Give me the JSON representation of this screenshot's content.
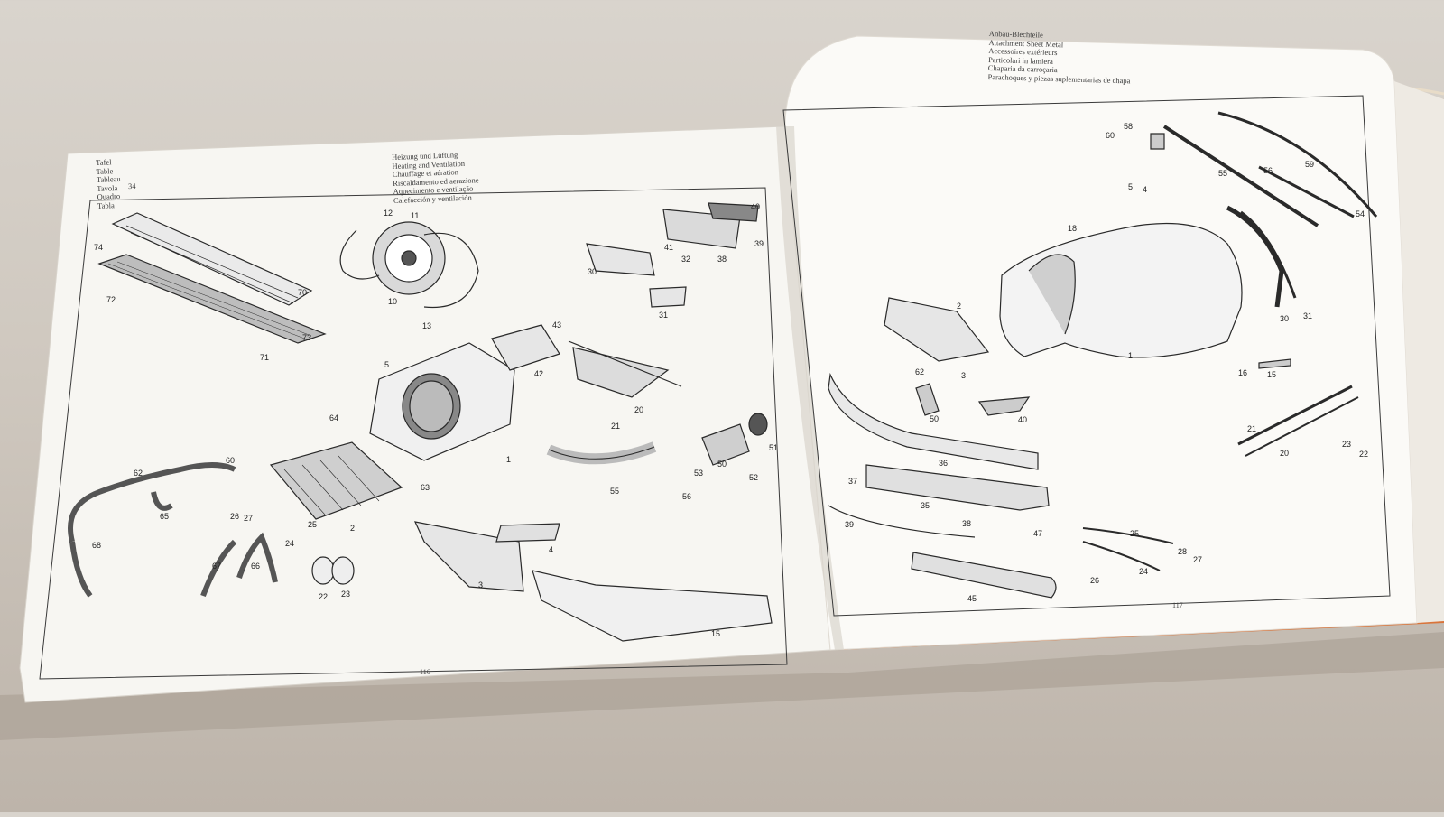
{
  "left_page": {
    "table_labels": [
      "Tafel",
      "Table",
      "Tableau",
      "Tavola",
      "Quadro",
      "Tabla"
    ],
    "table_number": "34",
    "title_lines": [
      "Heizung und Lüftung",
      "Heating and Ventilation",
      "Chauffage et aération",
      "Riscaldamento ed aerazione",
      "Aquecimento e ventilação",
      "Calefacción y ventilación"
    ],
    "page_number": "116",
    "part_labels": [
      "74",
      "72",
      "70",
      "73",
      "71",
      "12",
      "11",
      "10",
      "13",
      "40",
      "39",
      "38",
      "41",
      "32",
      "30",
      "31",
      "43",
      "42",
      "5",
      "64",
      "20",
      "21",
      "1",
      "51",
      "50",
      "53",
      "52",
      "55",
      "56",
      "63",
      "60",
      "62",
      "65",
      "26",
      "27",
      "2",
      "25",
      "24",
      "68",
      "67",
      "66",
      "22",
      "23",
      "4",
      "3",
      "15"
    ]
  },
  "right_page": {
    "title_lines": [
      "Anbau-Blechteile",
      "Attachment Sheet Metal",
      "Accessoires extérieurs",
      "Particolari in lamiera",
      "Chaparia da carroçaria",
      "Parachoques y piezas suplementarias de chapa"
    ],
    "page_number": "117",
    "part_labels": [
      "58",
      "60",
      "5",
      "4",
      "55",
      "56",
      "59",
      "54",
      "18",
      "2",
      "3",
      "1",
      "30",
      "31",
      "16",
      "15",
      "62",
      "50",
      "40",
      "21",
      "20",
      "23",
      "22",
      "37",
      "36",
      "35",
      "39",
      "38",
      "47",
      "25",
      "28",
      "27",
      "26",
      "24",
      "45"
    ]
  },
  "colors": {
    "paper": "#f7f6f2",
    "ink": "#2a2a2a",
    "table_surface": "#cfc8bf",
    "cover_orange": "#d9743a"
  }
}
